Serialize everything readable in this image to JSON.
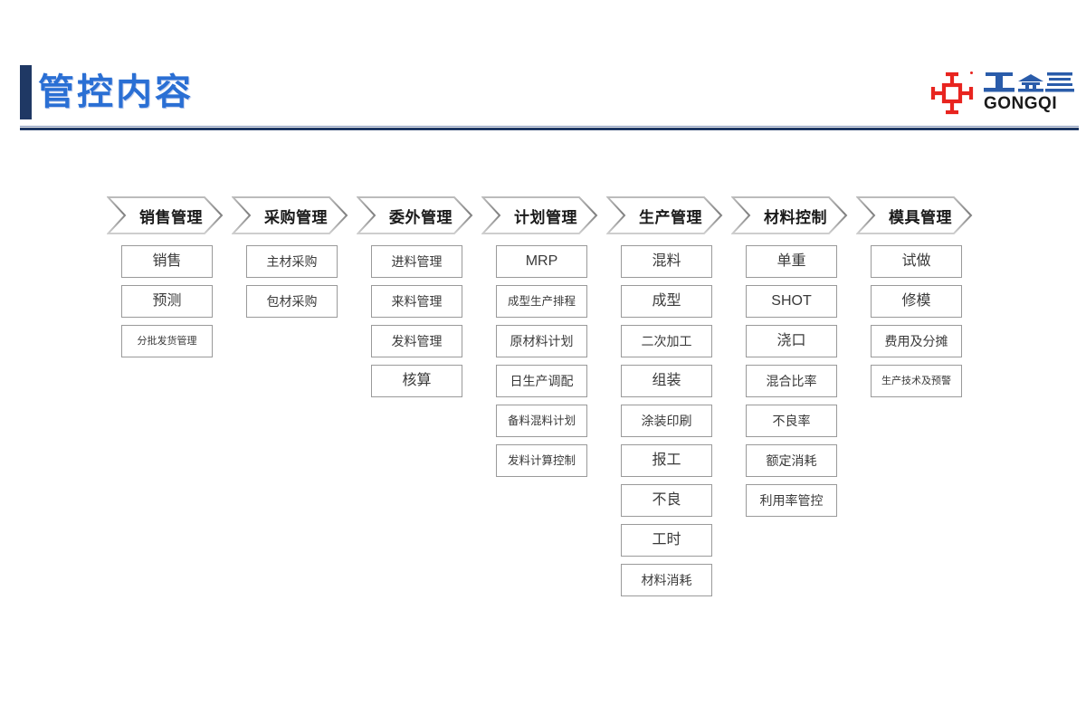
{
  "header": {
    "title": "管控内容",
    "accent_bar_color": "#1f3864",
    "title_color": "#2a6fd4",
    "rule_color": "#1f3864"
  },
  "logo": {
    "mark_name": "gongqi-cross-mark",
    "mark_color": "#e8241f",
    "cn_text": "工企",
    "cn_color": "#2a5caa",
    "en_text": "GONGQI",
    "en_color": "#1a1a1a"
  },
  "flow": {
    "columns": [
      {
        "header": "销售管理",
        "items": [
          {
            "label": "销售",
            "size": "lg"
          },
          {
            "label": "预测",
            "size": "lg"
          },
          {
            "label": "分批发货管理",
            "size": "xs"
          }
        ]
      },
      {
        "header": "采购管理",
        "items": [
          {
            "label": "主材采购",
            "size": "md"
          },
          {
            "label": "包材采购",
            "size": "md"
          }
        ]
      },
      {
        "header": "委外管理",
        "items": [
          {
            "label": "进料管理",
            "size": "md"
          },
          {
            "label": "来料管理",
            "size": "md"
          },
          {
            "label": "发料管理",
            "size": "md"
          },
          {
            "label": "核算",
            "size": "lg"
          }
        ]
      },
      {
        "header": "计划管理",
        "items": [
          {
            "label": "MRP",
            "size": "lg"
          },
          {
            "label": "成型生产排程",
            "size": "sm"
          },
          {
            "label": "原材料计划",
            "size": "md"
          },
          {
            "label": "日生产调配",
            "size": "md"
          },
          {
            "label": "备料混料计划",
            "size": "sm"
          },
          {
            "label": "发料计算控制",
            "size": "sm"
          }
        ]
      },
      {
        "header": "生产管理",
        "items": [
          {
            "label": "混料",
            "size": "lg"
          },
          {
            "label": "成型",
            "size": "lg"
          },
          {
            "label": "二次加工",
            "size": "md"
          },
          {
            "label": "组装",
            "size": "lg"
          },
          {
            "label": "涂装印刷",
            "size": "md"
          },
          {
            "label": "报工",
            "size": "lg"
          },
          {
            "label": "不良",
            "size": "lg"
          },
          {
            "label": "工时",
            "size": "lg"
          },
          {
            "label": "材料消耗",
            "size": "md"
          }
        ]
      },
      {
        "header": "材料控制",
        "items": [
          {
            "label": "单重",
            "size": "lg"
          },
          {
            "label": "SHOT",
            "size": "lg"
          },
          {
            "label": "浇口",
            "size": "lg"
          },
          {
            "label": "混合比率",
            "size": "md"
          },
          {
            "label": "不良率",
            "size": "md"
          },
          {
            "label": "额定消耗",
            "size": "md"
          },
          {
            "label": "利用率管控",
            "size": "md"
          }
        ]
      },
      {
        "header": "模具管理",
        "items": [
          {
            "label": "试做",
            "size": "lg"
          },
          {
            "label": "修模",
            "size": "lg"
          },
          {
            "label": "费用及分摊",
            "size": "md"
          },
          {
            "label": "生产技术及预警",
            "size": "xs"
          }
        ]
      }
    ]
  },
  "style": {
    "box_border_color": "#9a9a9a",
    "box_text_color": "#3a3a3a",
    "chevron_stroke": "#8c8c8c",
    "chevron_text_color": "#1a1a1a"
  }
}
